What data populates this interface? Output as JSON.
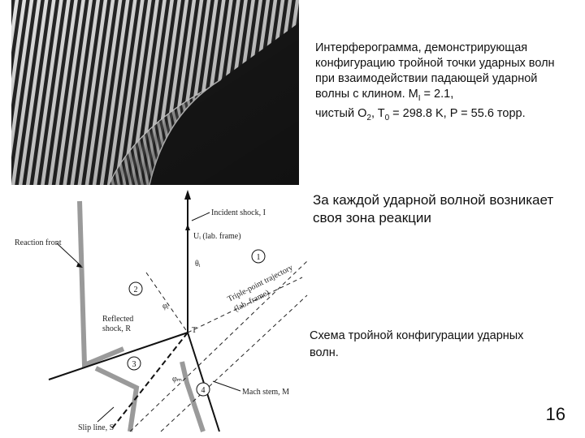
{
  "caption": {
    "line1": "Интерферограмма, демонстрирующая",
    "line2": "конфигурацию тройной точки ударных волн",
    "line3": "при взаимодействии падающей ударной",
    "line4_prefix": "волны с клином. M",
    "line4_sub": "I",
    "line4_suffix": " = 2.1,",
    "line5_a": "чистый O",
    "line5_sub1": "2",
    "line5_b": ", T",
    "line5_sub2": "0",
    "line5_c": " = 298.8 K, P = 55.6 торр."
  },
  "heading": {
    "line1": "За каждой ударной волной возникает",
    "line2": "своя зона реакции"
  },
  "schema_caption": {
    "line1": "Схема тройной конфигурации ударных",
    "line2": "волн."
  },
  "diagram": {
    "incident_shock": "Incident shock, I",
    "ui_lab_frame": "Uᵢ (lab. frame)",
    "reaction_front": "Reaction front",
    "reflected_label_1": "Reflected",
    "reflected_label_2": "shock, R",
    "triple_point_1": "Triple-point trajectory",
    "triple_point_2": "(lab. frame)",
    "point_t": "T",
    "mach_stem": "Mach stem, M",
    "slip_line": "Slip line, S",
    "theta_i": "θᵢ",
    "phi_i": "φᵢ",
    "phi_m": "φₘ",
    "zone_1": "1",
    "zone_2": "2",
    "zone_3": "3",
    "zone_4": "4"
  },
  "slide_number": "16"
}
